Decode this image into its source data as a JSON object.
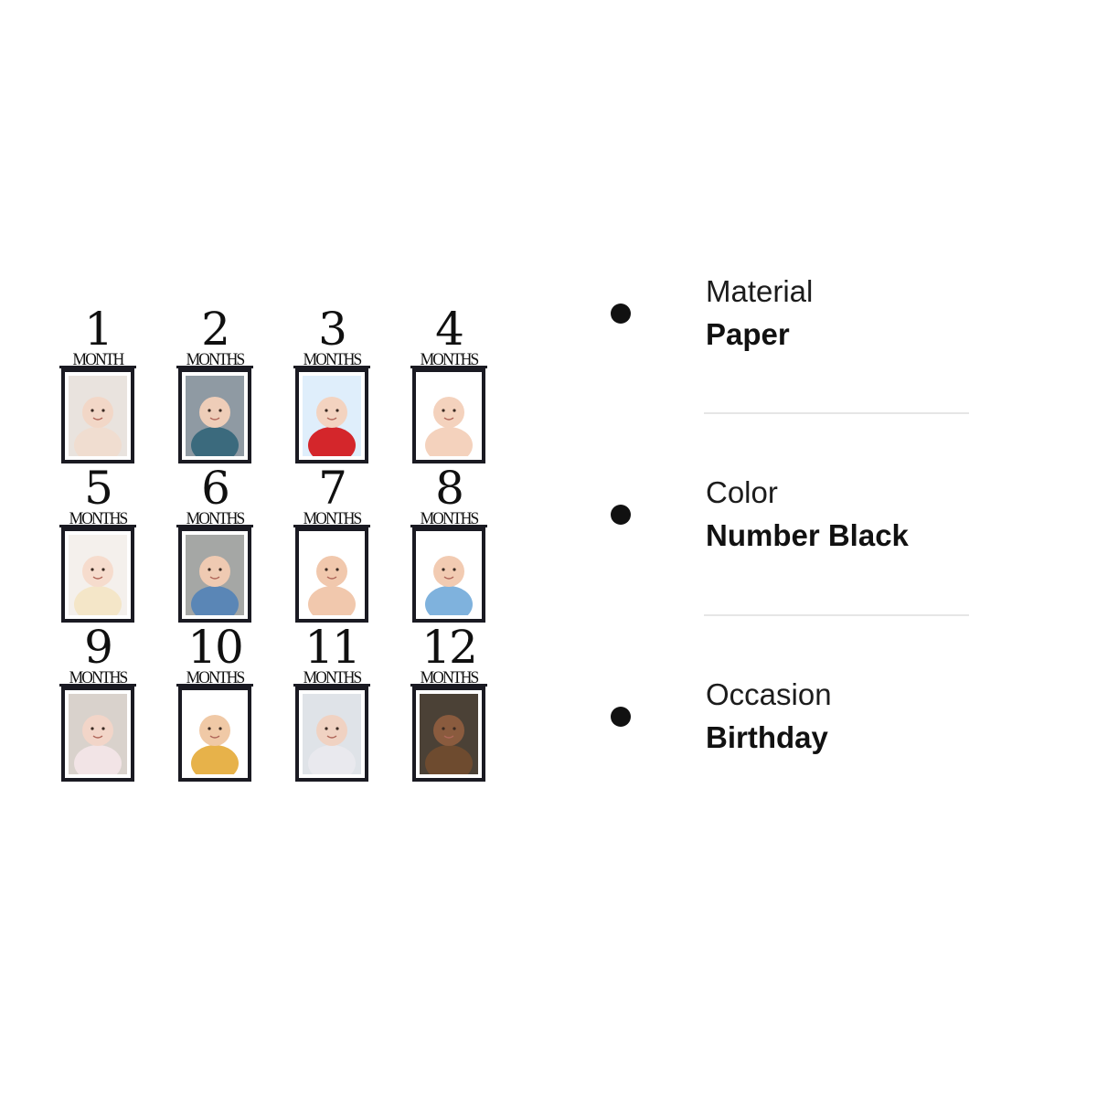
{
  "frames": [
    {
      "number": "1",
      "caption": "MONTH",
      "skin": "#f2d7c7",
      "bg": "#e9e3de",
      "top": "#f0ddd0"
    },
    {
      "number": "2",
      "caption": "MONTHS",
      "skin": "#eecdb8",
      "bg": "#8f9aa3",
      "top": "#3b6a7d"
    },
    {
      "number": "3",
      "caption": "MONTHS",
      "skin": "#f3d3c0",
      "bg": "#dfeefb",
      "top": "#d4262b"
    },
    {
      "number": "4",
      "caption": "MONTHS",
      "skin": "#f4d2bd",
      "bg": "#ffffff",
      "top": "#f4d2bd"
    },
    {
      "number": "5",
      "caption": "MONTHS",
      "skin": "#f6dccd",
      "bg": "#f4f0ec",
      "top": "#f4e6c8"
    },
    {
      "number": "6",
      "caption": "MONTHS",
      "skin": "#efcab2",
      "bg": "#a5a7a5",
      "top": "#5a86b6"
    },
    {
      "number": "7",
      "caption": "MONTHS",
      "skin": "#f1c8ad",
      "bg": "#ffffff",
      "top": "#f1c8ad"
    },
    {
      "number": "8",
      "caption": "MONTHS",
      "skin": "#f2cbb2",
      "bg": "#ffffff",
      "top": "#7fb2dd"
    },
    {
      "number": "9",
      "caption": "MONTHS",
      "skin": "#f2d5c8",
      "bg": "#d9d2cc",
      "top": "#f2e4e6"
    },
    {
      "number": "10",
      "caption": "MONTHS",
      "skin": "#f0c9a6",
      "bg": "#ffffff",
      "top": "#e7b24a"
    },
    {
      "number": "11",
      "caption": "MONTHS",
      "skin": "#f0d2c2",
      "bg": "#dfe3e8",
      "top": "#e9e9ee"
    },
    {
      "number": "12",
      "caption": "MONTHS",
      "skin": "#8a5b3e",
      "bg": "#4b4136",
      "top": "#6e4b2f"
    }
  ],
  "specs": [
    {
      "label": "Material",
      "value": "Paper"
    },
    {
      "label": "Color",
      "value": "Number Black"
    },
    {
      "label": "Occasion",
      "value": "Birthday"
    }
  ]
}
